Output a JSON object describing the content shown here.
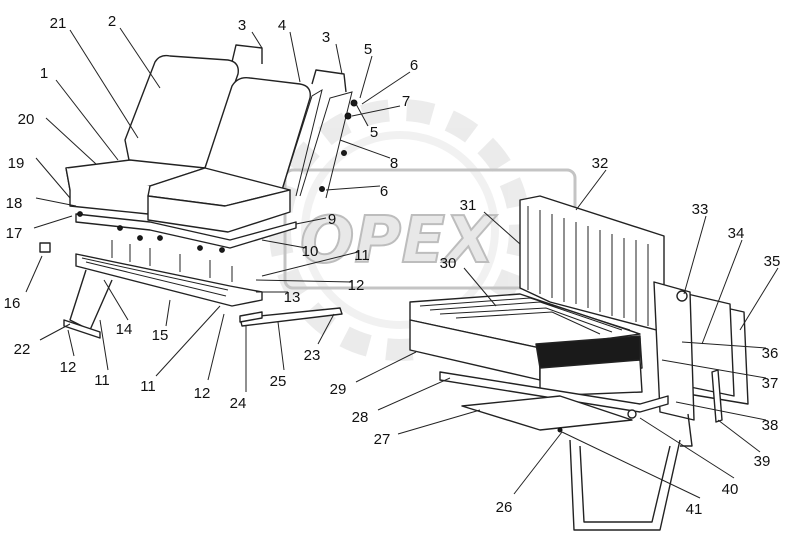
{
  "watermark": "OPEX",
  "callouts": [
    "1",
    "2",
    "3",
    "3",
    "4",
    "5",
    "5",
    "6",
    "6",
    "7",
    "8",
    "9",
    "10",
    "11",
    "11",
    "11",
    "12",
    "12",
    "12",
    "13",
    "14",
    "15",
    "16",
    "17",
    "18",
    "19",
    "20",
    "21",
    "22",
    "23",
    "24",
    "25",
    "26",
    "27",
    "28",
    "29",
    "30",
    "31",
    "32",
    "33",
    "34",
    "35",
    "36",
    "37",
    "38",
    "39",
    "40",
    "41"
  ]
}
